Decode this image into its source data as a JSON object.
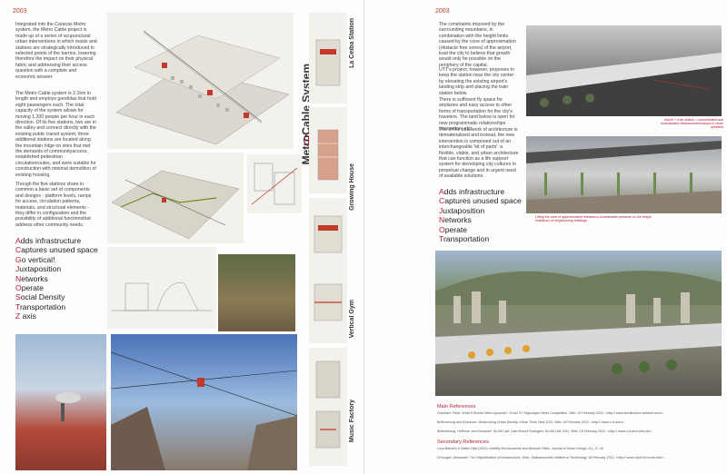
{
  "left": {
    "year": "2003",
    "paragraphs": [
      "Integrated into the Caracas Metro system, the Metro Cable project is made up of a series of acupunctural urban interventions in which masts and stations are strategically introduced in selected points of the barrios, lowering therefore the impact on their physical fabric and addressing their access question with a complete and economic answer.",
      "The Metro Cable system is 2,1km in length and employs gondolas that hold eight passengers each. The total capacity of the system allows for moving 1.200 people per hour in each direction. Of its five stations, two are in the valley and connect directly with the existing public transit system; three additional stations are located along the mountain ridge on sites that met the demands of communityaccess, established pedestrian circulationroutes, and were suitable for construction with minimal demolition of existing housing.",
      "Though the five stations share in common a basic set of components and designs - platform levels, ramps for access, circulation patterns, materials, and structural elements - they differ in configuration and the possibility of additional functionsthat address other community needs."
    ],
    "keywords": [
      {
        "first": "A",
        "rest": "dds infrastructure"
      },
      {
        "first": "C",
        "rest": "aptures unused space"
      },
      {
        "first": "G",
        "rest": "o vertical!"
      },
      {
        "first": "J",
        "rest": "uxtaposition"
      },
      {
        "first": "N",
        "rest": "etworks"
      },
      {
        "first": "O",
        "rest": "perate"
      },
      {
        "first": "S",
        "rest": "ocial Density"
      },
      {
        "first": "T",
        "rest": "ransportation"
      },
      {
        "first": "Z",
        "rest": " axis"
      }
    ],
    "system_title": "MetroCable System",
    "stations": [
      "La Ceiba Station",
      "Growing House",
      "Vertical Gym",
      "Music Factory"
    ]
  },
  "right": {
    "year": "2003",
    "paragraphs": [
      "The constraints imposed by the surrounding mountains, in combination with the height limits caused by the cone of approximation (obstacle free zones) of the airport, lead the city to believe that growth would only be possible on the periphery of the capital.",
      "UTT's project; however, proposes to keep the station near the city center by elevating the existing airport's landing strip and placing the train station below.",
      "There is sufficient fly space for airplanes and easy access to other forms of transportation for the city's travelers. The land below is open for new programmatic relationships (recreation, etc).",
      "The of the total work of architecture is dematerialized and instead, the new intervention is composed out of an interchangeable 'kit of parts': a flexible, viable, and urban architecture that can function as a life support system for developing city cultures in perpetual change and in urgent need of available solutions."
    ],
    "keywords": [
      {
        "first": "A",
        "rest": "dds infrastructure"
      },
      {
        "first": "C",
        "rest": "aptures unused space"
      },
      {
        "first": "J",
        "rest": "uxtaposition"
      },
      {
        "first": "N",
        "rest": "etworks"
      },
      {
        "first": "O",
        "rest": "perate"
      },
      {
        "first": "T",
        "rest": "ransportation"
      }
    ],
    "caption1": "airport + train station = concentrated and consolidated infrastructure/hotspot of urban activities",
    "caption2": "Lifting the cone of approximation releases a considerable pressure on the height limitations of neighbouring buildings",
    "main_refs_title": "Main References",
    "main_refs": [
      "Granham, Peter. What If Streets Went Upwards?. Evolo '07 Skyscraper Ideas Competition. Web. 20 February 2012. <http:// www.architecture.webtest.com/>.",
      "Brillembourg and Klumpner. Modernizing Urban Density. Urban Think Tank 2011. Web. 18 February 2012. <http:// www.u-tt.com/>.",
      "Brillembourg, Hoffman, and Klumpner. SLUM Lab: Latin Round Ecologies. SLUM LAB 2011. Web. 18 February 2012. <http:// www.u-tt.arch.ethz.ch/>."
    ],
    "secondary_refs_title": "Secondary References",
    "secondary_refs": [
      "Luca Bertolini & Martin Dijst (2003): Mobility Environments and Network Cities, Journal of Urban Design, 8:1, 27-43",
      "D'Hooghe, Alexander. The Objectification of Infrastructure. Web., Massachusetts Institute of Technology. 18 February 2012. <http:// www.city.tt.form.mit.edu/>."
    ]
  }
}
